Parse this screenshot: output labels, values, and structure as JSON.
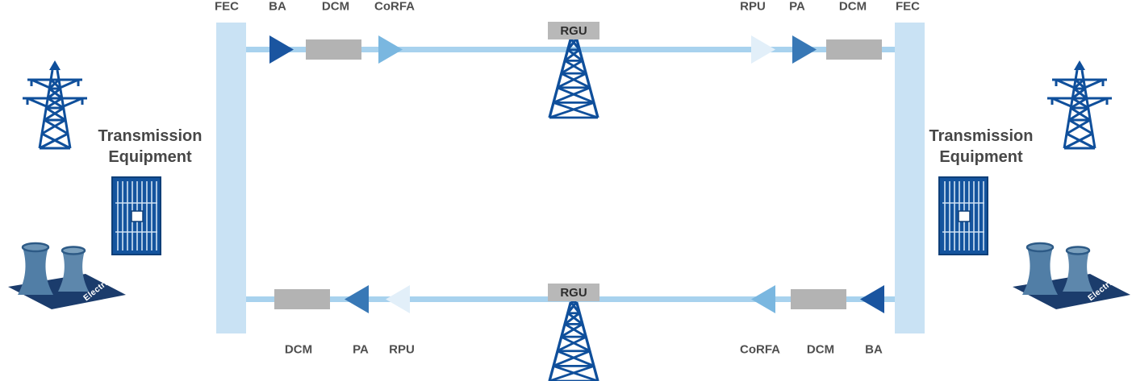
{
  "stations": {
    "left": {
      "equipment_line1": "Transmission",
      "equipment_line2": "Equipment",
      "electricity": "Electricity"
    },
    "right": {
      "equipment_line1": "Transmission",
      "equipment_line2": "Equipment",
      "electricity": "Electricity"
    }
  },
  "top_path": {
    "fec_left": "FEC",
    "ba": "BA",
    "dcm_left": "DCM",
    "corfa": "CoRFA",
    "rgu": "RGU",
    "rpu": "RPU",
    "pa": "PA",
    "dcm_right": "DCM",
    "fec_right": "FEC"
  },
  "bottom_path": {
    "dcm_left": "DCM",
    "pa": "PA",
    "rpu": "RPU",
    "rgu": "RGU",
    "corfa": "CoRFA",
    "dcm_right": "DCM",
    "ba": "BA"
  },
  "icons": {
    "pylon": "transmission-tower-icon",
    "rack": "equipment-rack-icon",
    "plant": "cooling-towers-icon",
    "rgu_tower": "lattice-tower-icon",
    "amplifier": "triangle-amplifier-icon",
    "dcm_module": "dcm-module-box"
  },
  "colors": {
    "dark_blue": "#1a55a0",
    "mid_blue": "#3878b6",
    "light_blue": "#7ab7e0",
    "pale_blue": "#e2eff9",
    "fec_bar_blue": "#c9e2f4",
    "fiber_line_blue": "#a8d2ee",
    "module_gray": "#b3b3b3",
    "label_gray": "#4f4f4f",
    "icon_blue": "#0f4f9b",
    "plant_base_navy": "#1b3c6c",
    "cooling_tower_steel": "#517ea6"
  }
}
